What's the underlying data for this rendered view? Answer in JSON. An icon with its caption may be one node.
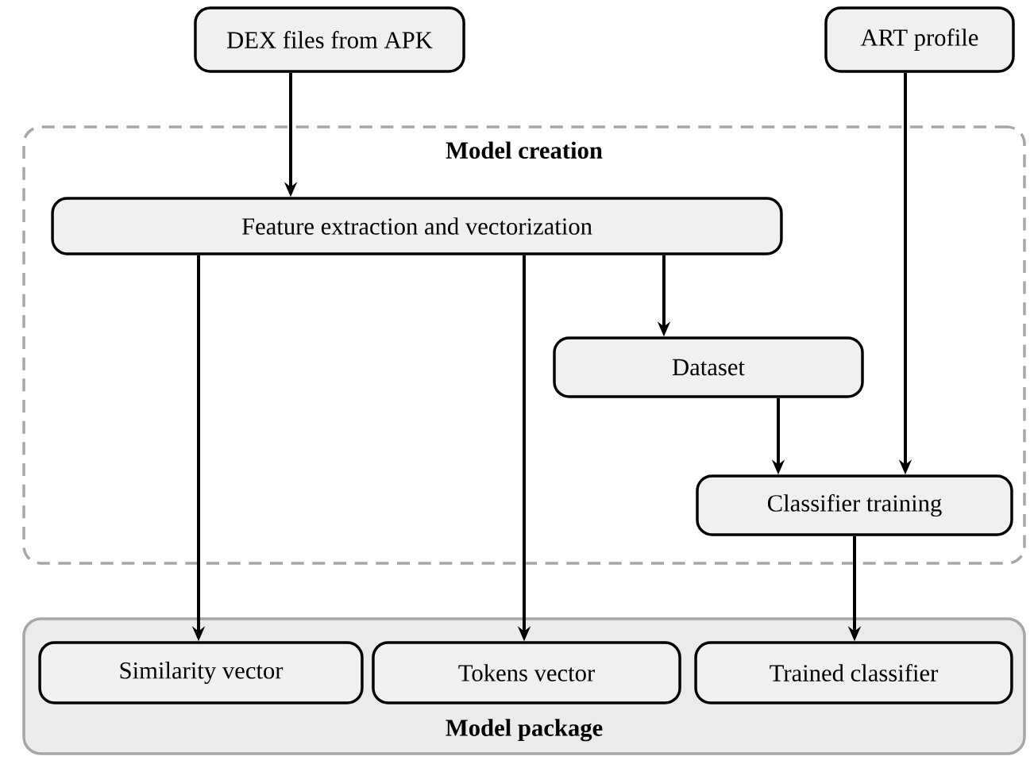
{
  "diagram": {
    "nodes": [
      {
        "text": [
          "DEX files from APK"
        ]
      },
      {
        "text": [
          "ART profile"
        ]
      },
      {
        "text": [
          "Model creation"
        ]
      },
      {
        "text": [
          "Feature extraction and vectorization"
        ],
        "in": 2
      },
      {
        "text": [
          "Dataset"
        ],
        "in": 2
      },
      {
        "text": [
          "Classifier training"
        ],
        "in": 2
      },
      {
        "text": [
          "Model package"
        ]
      },
      {
        "text": [
          "Similarity vector"
        ],
        "in": 6
      },
      {
        "text": [
          "Tokens vector"
        ],
        "in": 6
      },
      {
        "text": [
          "Trained classifier"
        ],
        "in": 6
      }
    ],
    "edges": [
      {
        "from": 0,
        "to": 3,
        "arrow": "to"
      },
      {
        "from": 3,
        "to": 7,
        "arrow": "to"
      },
      {
        "from": 3,
        "to": 8,
        "arrow": "to"
      },
      {
        "from": 3,
        "to": 4,
        "arrow": "to"
      },
      {
        "from": 4,
        "to": 5,
        "arrow": "to"
      },
      {
        "from": 1,
        "to": 5,
        "arrow": "to"
      },
      {
        "from": 5,
        "to": 9,
        "arrow": "to"
      }
    ]
  }
}
